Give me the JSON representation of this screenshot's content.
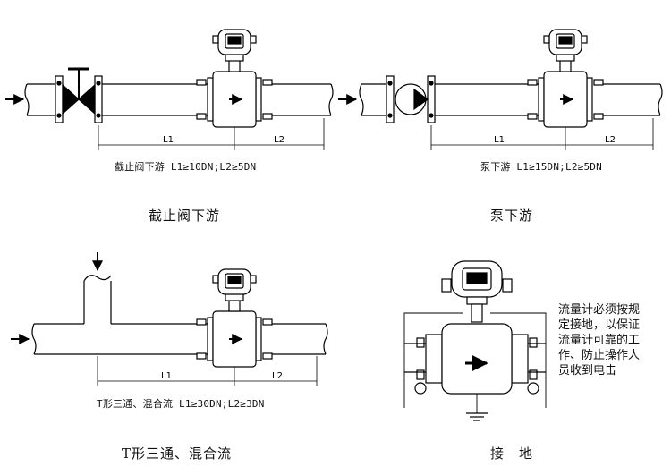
{
  "panels": {
    "valve": {
      "formula": "截止阀下游 L1≥10DN;L2≥5DN",
      "caption": "截止阀下游",
      "dim1": "L1",
      "dim2": "L2"
    },
    "pump": {
      "formula": "泵下游 L1≥15DN;L2≥5DN",
      "caption": "泵下游",
      "dim1": "L1",
      "dim2": "L2"
    },
    "tee": {
      "formula": "T形三通、混合流  L1≥30DN;L2≥3DN",
      "caption": "T形三通、混合流",
      "dim1": "L1",
      "dim2": "L2"
    },
    "ground": {
      "caption": "接　地",
      "note_lines": [
        "流量计必须按规",
        "定接地，以保证",
        "流量计可靠的工",
        "作、防止操作人",
        "员收到电击"
      ]
    }
  }
}
